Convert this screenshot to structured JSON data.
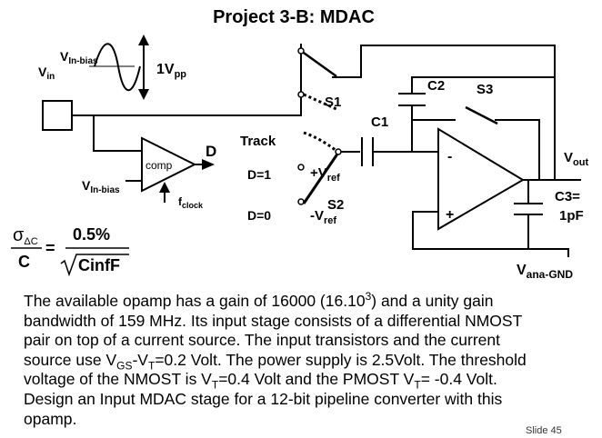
{
  "title": "Project 3-B: MDAC",
  "labels": {
    "vin": "V",
    "vin_sub": "in",
    "vin_bias": "V",
    "vin_bias_sub": "In-bias",
    "vpp": "1V",
    "vpp_sub": "pp",
    "track": "Track",
    "s1": "S1",
    "s2": "S2",
    "s3": "S3",
    "c1": "C1",
    "c2": "C2",
    "c3": "C3=",
    "c3_value": "1pF",
    "comp": "comp",
    "d": "D",
    "d1": "D=1",
    "d0": "D=0",
    "vref_pos": "+V",
    "vref_neg": "-V",
    "vref_sub": "ref",
    "comp_bias": "V",
    "comp_bias_sub": "In-bias",
    "fclock": "f",
    "fclock_sub": "clock",
    "vout": "V",
    "vout_sub": "out",
    "vgnd": "V",
    "vgnd_sub": "ana-GND",
    "minus": "-",
    "plus": "+"
  },
  "formula": {
    "sigma": "σ",
    "sigma_sub": "ΔC",
    "denominator": "C",
    "equals": "=",
    "numerator": "0.5%",
    "sqrt_arg": "CinfF"
  },
  "description": [
    [
      {
        "t": "The available opamp has a gain of 16000 (16.10"
      },
      {
        "t": "3",
        "sup": true
      },
      {
        "t": ") and a unity gain"
      }
    ],
    [
      {
        "t": "bandwidth of 159 MHz.  Its input stage consists of a differential NMOST"
      }
    ],
    [
      {
        "t": "pair on top of a current source. The input transistors and the current"
      }
    ],
    [
      {
        "t": "source use V"
      },
      {
        "t": "GS",
        "sub": true
      },
      {
        "t": "-V"
      },
      {
        "t": "T",
        "sub": true
      },
      {
        "t": "=0.2 Volt. The power supply is 2.5Volt. The threshold"
      }
    ],
    [
      {
        "t": "voltage of the NMOST is V"
      },
      {
        "t": "T",
        "sub": true
      },
      {
        "t": "=0.4 Volt and the PMOST V"
      },
      {
        "t": "T",
        "sub": true
      },
      {
        "t": "= -0.4 Volt."
      }
    ],
    [
      {
        "t": "Design an Input MDAC stage for a 12-bit pipeline converter with this"
      }
    ],
    [
      {
        "t": "opamp."
      }
    ]
  ],
  "slide_number": "Slide 45"
}
